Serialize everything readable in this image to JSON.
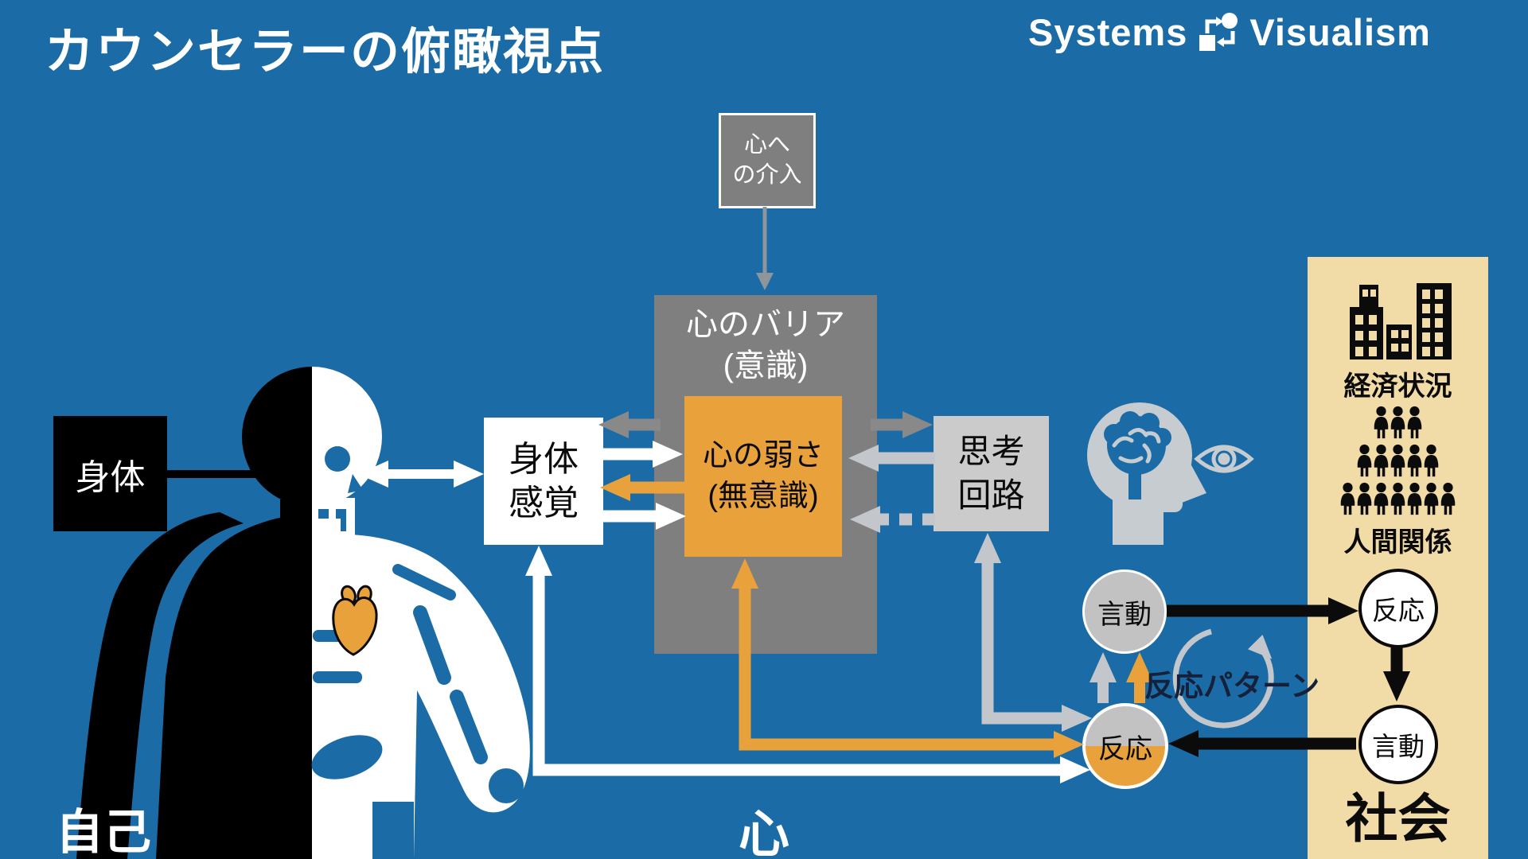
{
  "title": "カウンセラーの俯瞰視点",
  "logo": {
    "word1": "Systems",
    "word2": "Visualism",
    "icon": "cycle-diagram-icon"
  },
  "boxes": {
    "intervention": "心へ\nの介入",
    "barrier": "心のバリア\n(意識)",
    "weakness": "心の弱さ\n(無意識)",
    "body": "身体",
    "sensation": "身体\n感覚",
    "thinking": "思考\n回路"
  },
  "circles": {
    "speech_mid": "言動",
    "reaction_mid": "反応",
    "reaction_right": "反応",
    "speech_right": "言動"
  },
  "labels": {
    "economy": "経済状況",
    "relations": "人間関係",
    "society": "社会",
    "self": "自己",
    "mind": "心",
    "reaction_pattern": "反応パターン"
  },
  "icons": [
    "cycle-diagram-icon",
    "half-silhouette-figure",
    "skeleton-half-icon",
    "heart-icon",
    "brain-head-icon",
    "eye-icon",
    "buildings-icon",
    "people-group-icon",
    "circular-arrow-icon"
  ],
  "colors": {
    "background": "#1B6CA6",
    "barrier_gray": "#7F7F7F",
    "thinking_gray": "#CBCBCB",
    "orange": "#E9A23B",
    "beige_panel": "#F1DBA7",
    "arrow_light_gray": "#C3C7CB",
    "arrow_dark_gray": "#898989",
    "head_icon_gray": "#C7CCD1",
    "circle_gray": "#C2C2C2",
    "navy_text": "#15203A",
    "white": "#FFFFFF",
    "black": "#0B0B0B"
  }
}
